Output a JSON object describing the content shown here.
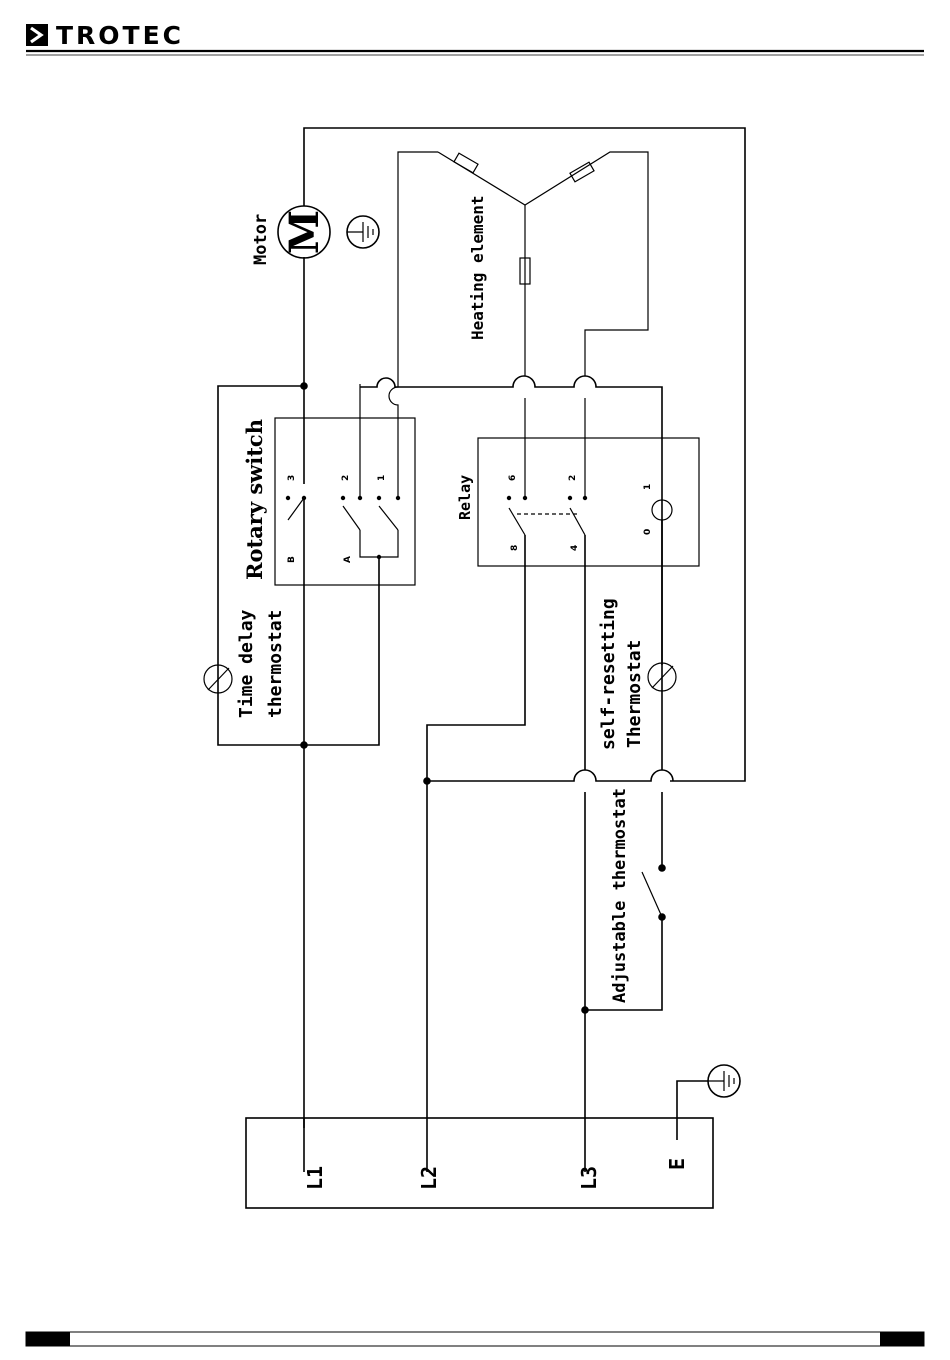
{
  "brand": {
    "name": "TROTEC"
  },
  "labels": {
    "motor": "Motor",
    "motor_symbol": "M",
    "heating_element": "Heating element",
    "rotary_switch": "Rotary switch",
    "relay": "Relay",
    "time_delay_line1": "Time delay",
    "time_delay_line2": "thermostat",
    "self_resetting_line1": "self-resetting",
    "self_resetting_line2": "Thermostat",
    "adjustable_thermostat": "Adjustable thermostat"
  },
  "rotary_switch_pins": {
    "p3": "3",
    "p2": "2",
    "p1": "1",
    "pB": "B",
    "pA": "A"
  },
  "relay_pins": {
    "p6": "6",
    "p2": "2",
    "p1": "1",
    "p8": "8",
    "p4": "4",
    "p0": "0"
  },
  "terminals": {
    "l1": "L1",
    "l2": "L2",
    "l3": "L3",
    "e": "E"
  },
  "colors": {
    "line": "#000000",
    "background": "#ffffff"
  }
}
